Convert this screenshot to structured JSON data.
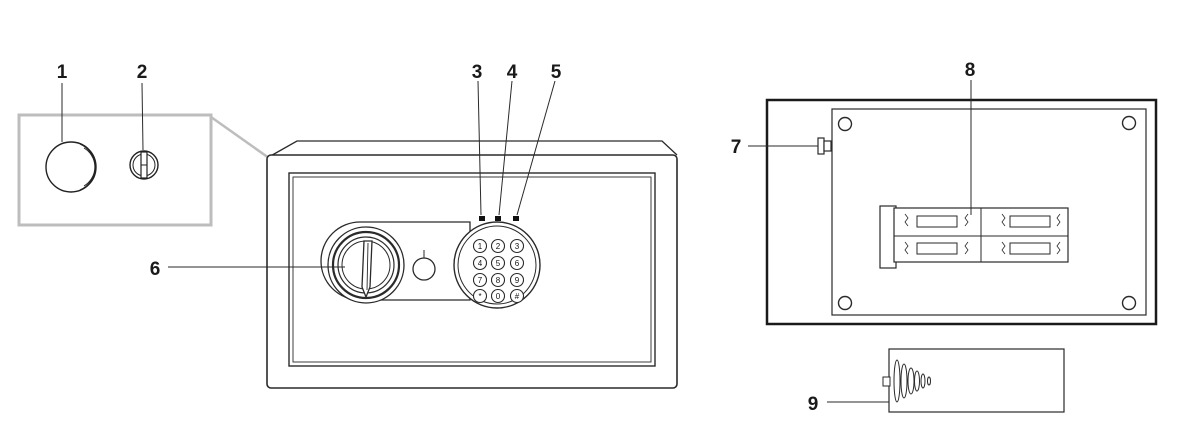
{
  "callouts": {
    "c1": "1",
    "c2": "2",
    "c3": "3",
    "c4": "4",
    "c5": "5",
    "c6": "6",
    "c7": "7",
    "c8": "8",
    "c9": "9"
  },
  "keypad": {
    "keys": [
      "1",
      "2",
      "3",
      "4",
      "5",
      "6",
      "7",
      "8",
      "9",
      "*",
      "0",
      "#"
    ]
  },
  "colors": {
    "line": "#2a2a2a",
    "inset_frame": "#bdbdbd",
    "background": "#ffffff"
  },
  "icons": [
    "override-button-icon",
    "key-lock-icon",
    "rotary-handle-icon",
    "led-indicator-icon",
    "battery-icon",
    "speaker-grill-icon"
  ]
}
